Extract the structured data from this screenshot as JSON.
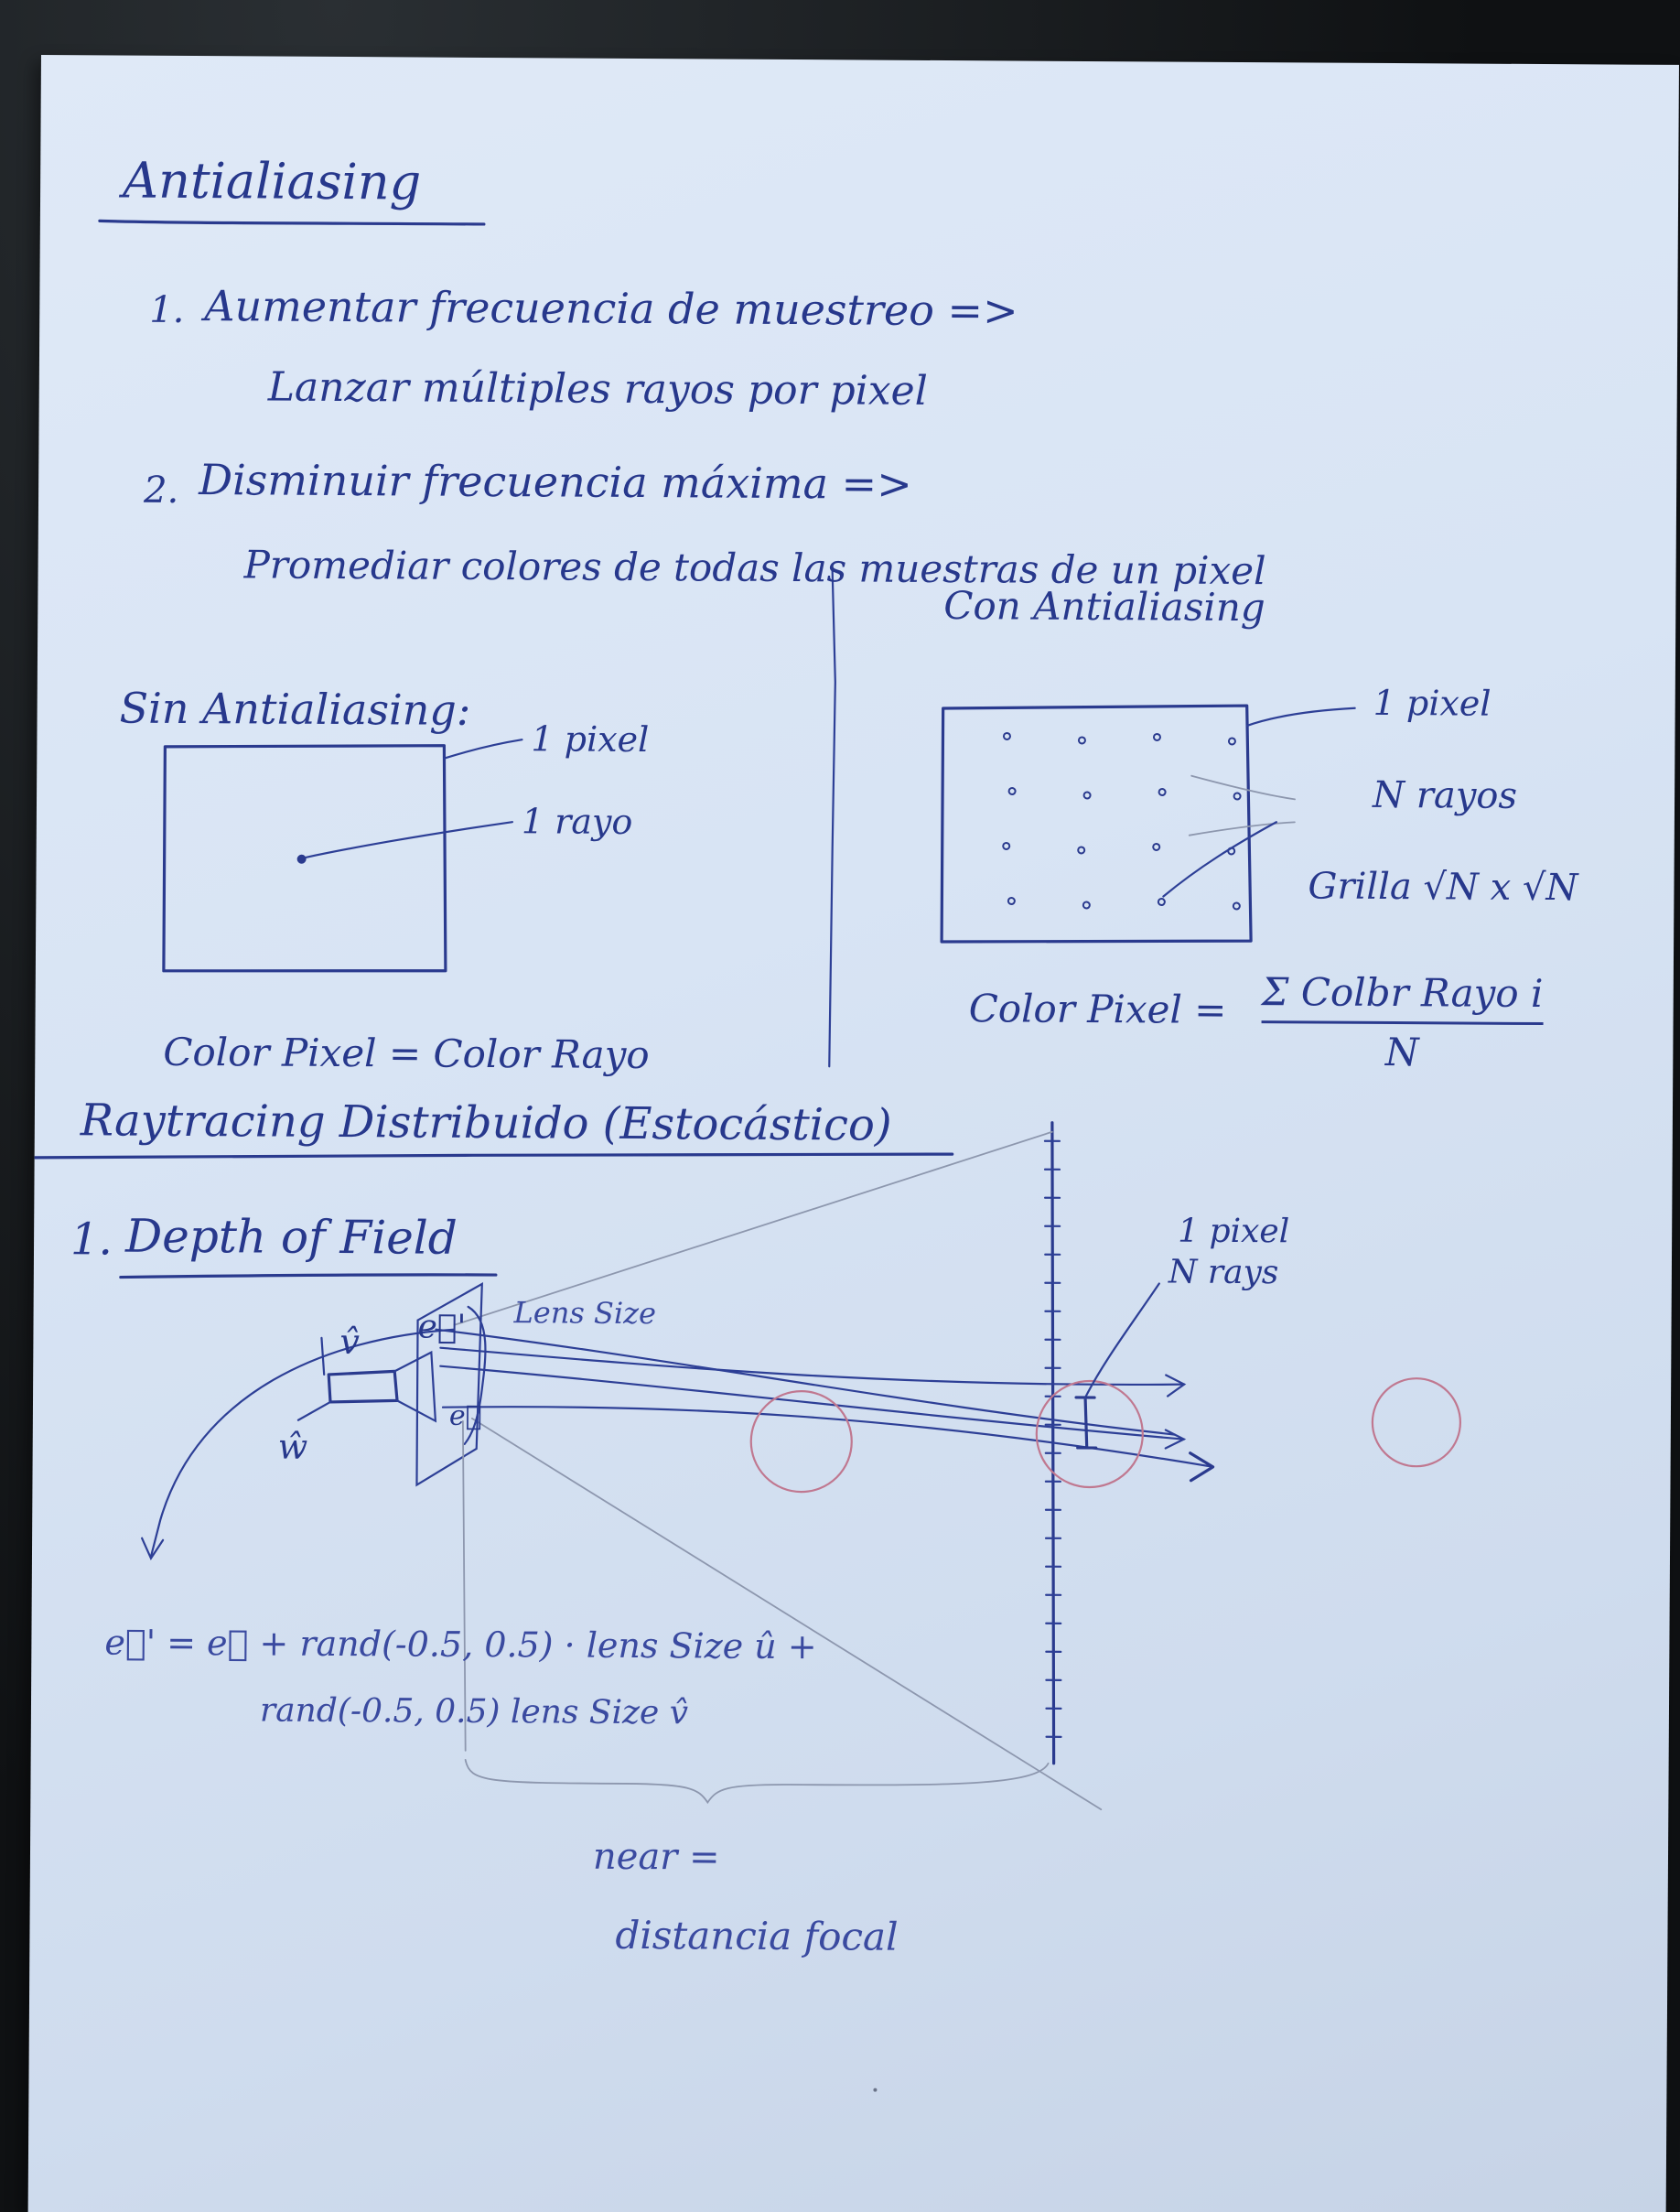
{
  "title": "Antialiasing",
  "points": [
    {
      "number": "1.",
      "heading": "Aumentar frecuencia de muestreo =>",
      "detail": "Lanzar múltiples rayos por pixel"
    },
    {
      "number": "2.",
      "heading": "Disminuir frecuencia máxima =>",
      "detail": "Promediar colores de todas las muestras de un pixel"
    }
  ],
  "left_panel": {
    "heading": "Sin Antialiasing:",
    "label_pixel": "1 pixel",
    "label_ray": "1 rayo",
    "formula": "Color Pixel = Color Rayo"
  },
  "right_panel": {
    "heading": "Con Antialiasing",
    "label_pixel": "1 pixel",
    "label_rays": "N rayos",
    "label_grid": "Grilla √N x √N",
    "formula_left": "Color Pixel =",
    "formula_numerator": "Σ Colbr Rayo i",
    "formula_denominator": "N",
    "grid_rows": 4,
    "grid_cols": 4
  },
  "section2": {
    "title": "Raytracing Distribuido (Estocástico)",
    "subtitle_number": "1.",
    "subtitle": "Depth of Field",
    "label_v": "v̂",
    "label_w": "ŵ",
    "label_e_prime": "e⃗'",
    "label_e": "e⃗",
    "label_lens": "Lens Size",
    "label_pixel": "1 pixel",
    "label_rays": "N rays",
    "equation_line1": "e⃗' = e⃗ + rand(-0.5, 0.5) · lens Size û +",
    "equation_line2": "rand(-0.5, 0.5) lens Size v̂",
    "near_label": "near =",
    "focal_label": "distancia focal"
  },
  "colors": {
    "ink": "#2a3a8e",
    "paper": "#d8e4f4",
    "pencil": "#8d97ae",
    "red_pencil": "#c07890"
  }
}
